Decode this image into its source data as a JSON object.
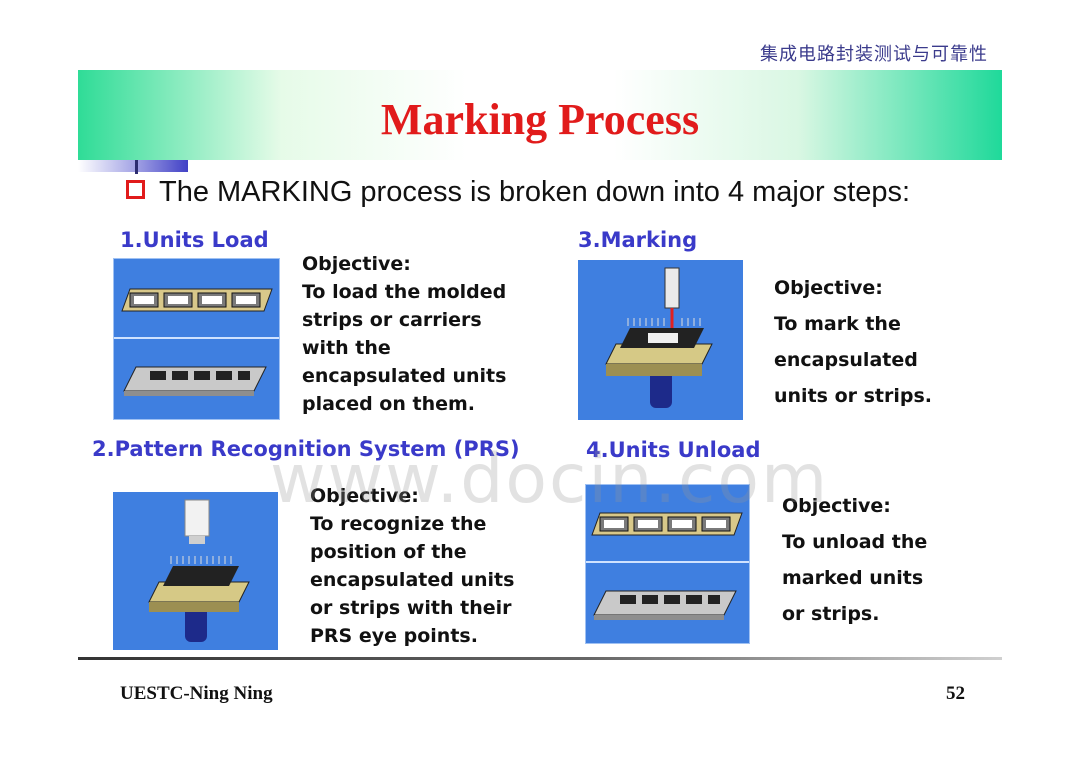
{
  "header": {
    "course_name": "集成电路封装测试与可靠性",
    "title": "Marking Process"
  },
  "intro": {
    "text": "The MARKING process is broken down into 4 major steps:"
  },
  "steps": [
    {
      "title": "1.Units Load",
      "objective_lines": [
        "Objective:",
        "To load the molded",
        "strips or carriers",
        "with the",
        "encapsulated units",
        "placed on them."
      ]
    },
    {
      "title": "2.Pattern Recognition System (PRS)",
      "objective_lines": [
        "Objective:",
        "To recognize the",
        "position of the",
        "encapsulated units",
        "or strips with their",
        "PRS eye points."
      ]
    },
    {
      "title": "3.Marking",
      "objective_lines": [
        "Objective:",
        "To mark the",
        "encapsulated",
        "units or strips."
      ]
    },
    {
      "title": "4.Units Unload",
      "objective_lines": [
        "Objective:",
        "To unload the",
        "marked units",
        "or strips."
      ]
    }
  ],
  "watermark": "www.docin.com",
  "footer": {
    "author": "UESTC-Ning Ning",
    "page_number": "52"
  },
  "colors": {
    "title_red": "#e11b1b",
    "step_blue": "#3a3ac9",
    "panel_blue": "#3f7fe0",
    "banner_green": "#2fdc97"
  }
}
